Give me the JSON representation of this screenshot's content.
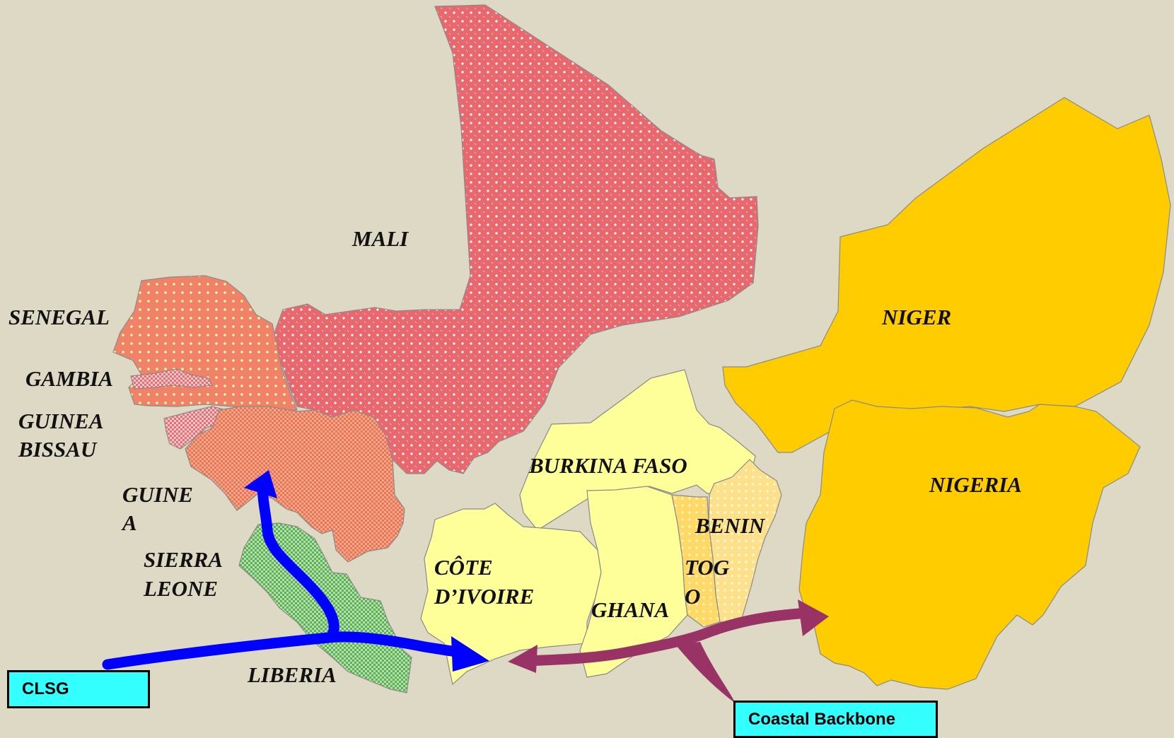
{
  "map": {
    "countries": [
      {
        "id": "mali",
        "label": "MALI",
        "fill": "#e8686e",
        "pattern": "dots-white"
      },
      {
        "id": "senegal",
        "label": "SENEGAL",
        "fill": "#f0826a",
        "pattern": "dots-yellow"
      },
      {
        "id": "gambia",
        "label": "GAMBIA",
        "fill": "#e8686e",
        "pattern": "dots-white"
      },
      {
        "id": "guinea-bissau",
        "label_line1": "GUINEA",
        "label_line2": "BISSAU",
        "fill": "#e8686e",
        "pattern": "dots-white"
      },
      {
        "id": "guinea",
        "label_line1": "GUINE",
        "label_line2": "A",
        "fill": "#e8745a",
        "pattern": "checker"
      },
      {
        "id": "sierra-leone",
        "label_line1": "SIERRA",
        "label_line2": "LEONE",
        "fill": "#e8b894"
      },
      {
        "id": "liberia",
        "label": "LIBERIA",
        "fill": "#5ab85a",
        "pattern": "checker"
      },
      {
        "id": "cote-divoire",
        "label_line1": "CÔTE",
        "label_line2": "D’IVOIRE",
        "fill": "#ffff99"
      },
      {
        "id": "burkina-faso",
        "label": "BURKINA FASO",
        "fill": "#ffff99"
      },
      {
        "id": "ghana",
        "label": "GHANA",
        "fill": "#ffff99"
      },
      {
        "id": "togo",
        "label_line1": "TOG",
        "label_line2": "O",
        "fill": "#ffd966",
        "pattern": "dots-white"
      },
      {
        "id": "benin",
        "label": "BENIN",
        "fill": "#ffd966",
        "pattern": "dots-white"
      },
      {
        "id": "niger",
        "label": "NIGER",
        "fill": "#ffcc00"
      },
      {
        "id": "nigeria",
        "label": "NIGERIA",
        "fill": "#ffcc00"
      }
    ],
    "background_color": "#ddd9c4"
  },
  "legend": {
    "clsg": {
      "label": "CLSG",
      "arrow_color": "#0000ff",
      "box_color": "#33ffff"
    },
    "coastal": {
      "label": "Coastal Backbone",
      "arrow_color": "#993366",
      "box_color": "#33ffff"
    }
  }
}
